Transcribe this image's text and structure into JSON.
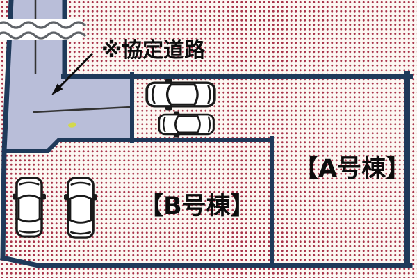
{
  "labels": {
    "road": "※協定道路",
    "lot_a": "【A号棟】",
    "lot_b": "【B号棟】"
  },
  "icons": {
    "car": "car-top-view-icon",
    "arrow": "leader-arrow-icon",
    "road_break": "road-continuation-wave-icon",
    "marker": "yellow-survey-marker"
  },
  "cars": {
    "count": 4,
    "lot_a_parking_spaces": 2,
    "lot_b_parking_spaces": 2
  },
  "colors": {
    "paper": "#fcf7f2",
    "stipple_dot": "#a8334a",
    "road_fill": "#b9bed9",
    "outline": "#1f3a5a",
    "thin_line": "#333333",
    "wave_line": "#5f6368",
    "text": "#0d0d0d",
    "car_outline": "#1a1a1a",
    "car_fill": "#ffffff",
    "marker": "#d4da45"
  }
}
